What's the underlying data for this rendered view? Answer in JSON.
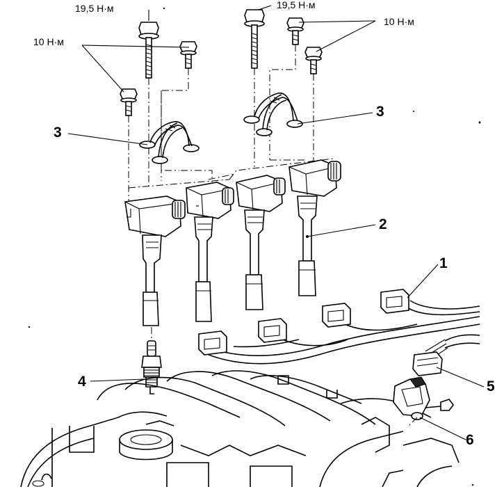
{
  "labels": {
    "torque_bolt_left": "19,5 Н·м",
    "torque_bolt_right": "19,5 Н·м",
    "torque_small_left": "10 Н·м",
    "torque_small_right": "10 Н·м",
    "callout_1": "1",
    "callout_2": "2",
    "callout_3_left": "3",
    "callout_3_right": "3",
    "callout_4": "4",
    "callout_5": "5",
    "callout_6": "6"
  }
}
